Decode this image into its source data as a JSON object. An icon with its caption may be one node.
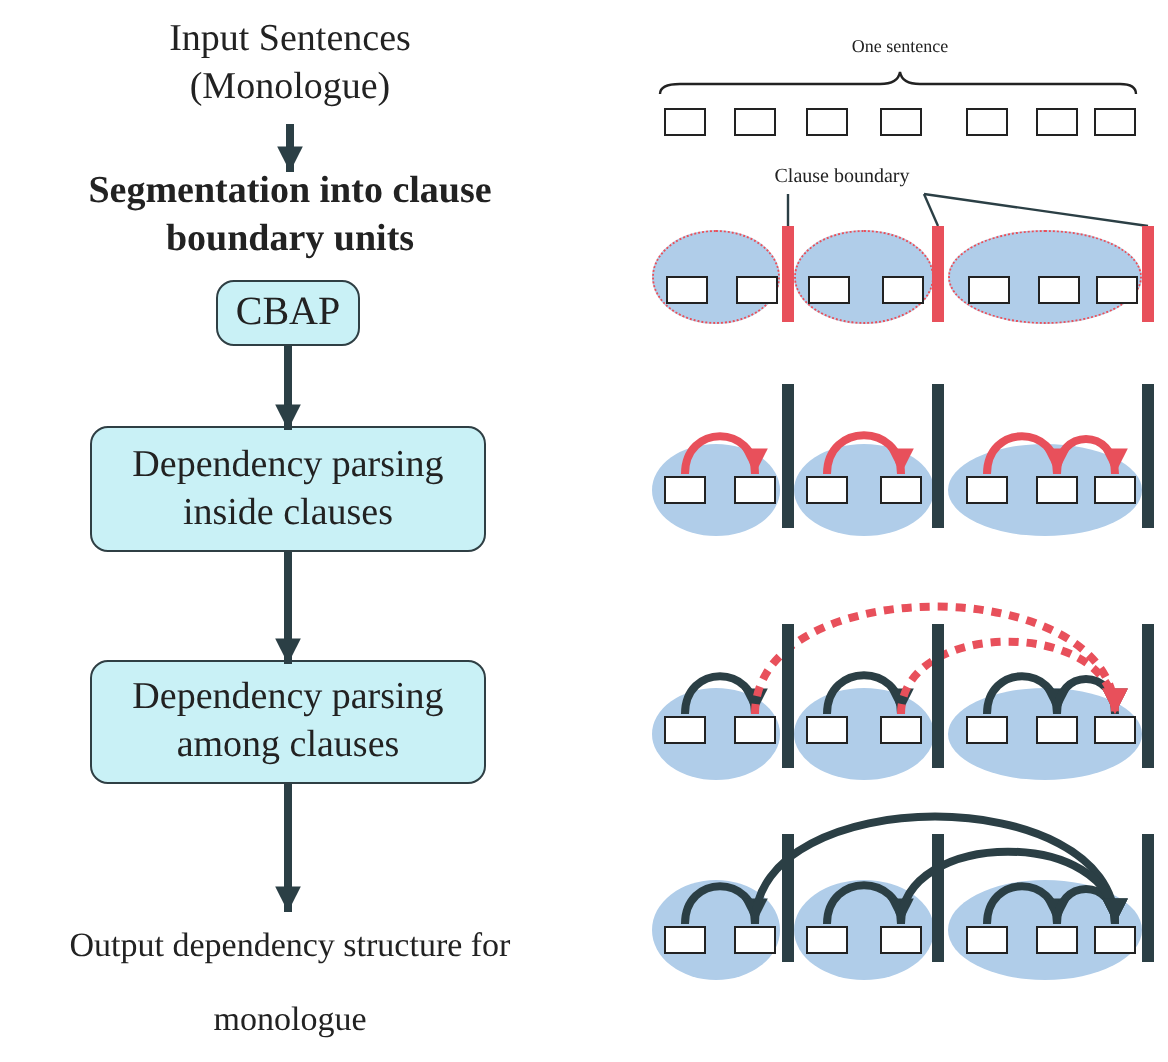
{
  "diagram": {
    "nodes": [
      {
        "text": [
          "Input Sentences (Monologue)"
        ]
      },
      {
        "text": [
          "Segmentation into clause boundary units"
        ]
      },
      {
        "text": [
          "CBAP"
        ]
      },
      {
        "text": [
          "Dependency parsing inside clauses"
        ]
      },
      {
        "text": [
          "Dependency parsing among clauses"
        ]
      },
      {
        "text": [
          "Output dependency structure for monologue"
        ]
      },
      {
        "text": [
          "Clause boundary"
        ]
      },
      {
        "text": [],
        "shape": "box"
      },
      {
        "text": [],
        "shape": "box"
      },
      {
        "text": [],
        "shape": "box"
      },
      {
        "text": [],
        "shape": "box"
      },
      {
        "text": [],
        "shape": "box"
      },
      {
        "text": [],
        "shape": "box"
      },
      {
        "text": [],
        "shape": "box"
      },
      {
        "text": [],
        "shape": "ellipse"
      },
      {
        "text": [],
        "shape": "box",
        "in": 14
      },
      {
        "text": [],
        "shape": "box",
        "in": 14
      },
      {
        "text": [],
        "shape": "bar"
      },
      {
        "text": [],
        "shape": "ellipse"
      },
      {
        "text": [],
        "shape": "box",
        "in": 18
      },
      {
        "text": [],
        "shape": "box",
        "in": 18
      },
      {
        "text": [],
        "shape": "bar"
      },
      {
        "text": [],
        "shape": "ellipse"
      },
      {
        "text": [],
        "shape": "box",
        "in": 22
      },
      {
        "text": [],
        "shape": "box",
        "in": 22
      },
      {
        "text": [],
        "shape": "box",
        "in": 22
      },
      {
        "text": [],
        "shape": "bar"
      },
      {
        "text": [],
        "shape": "ellipse"
      },
      {
        "text": [],
        "shape": "box",
        "in": 27
      },
      {
        "text": [],
        "shape": "box",
        "in": 27
      },
      {
        "text": [],
        "shape": "bar"
      },
      {
        "text": [],
        "shape": "ellipse"
      },
      {
        "text": [],
        "shape": "box",
        "in": 31
      },
      {
        "text": [],
        "shape": "box",
        "in": 31
      },
      {
        "text": [],
        "shape": "bar"
      },
      {
        "text": [],
        "shape": "ellipse"
      },
      {
        "text": [],
        "shape": "box",
        "in": 35
      },
      {
        "text": [],
        "shape": "box",
        "in": 35
      },
      {
        "text": [],
        "shape": "box",
        "in": 35
      },
      {
        "text": [],
        "shape": "bar"
      },
      {
        "text": [],
        "shape": "ellipse"
      },
      {
        "text": [],
        "shape": "box",
        "in": 40
      },
      {
        "text": [],
        "shape": "box",
        "in": 40
      },
      {
        "text": [],
        "shape": "bar"
      },
      {
        "text": [],
        "shape": "ellipse"
      },
      {
        "text": [],
        "shape": "box",
        "in": 44
      },
      {
        "text": [],
        "shape": "box",
        "in": 44
      },
      {
        "text": [],
        "shape": "bar"
      },
      {
        "text": [],
        "shape": "ellipse"
      },
      {
        "text": [],
        "shape": "box",
        "in": 48
      },
      {
        "text": [],
        "shape": "box",
        "in": 48
      },
      {
        "text": [],
        "shape": "box",
        "in": 48
      },
      {
        "text": [],
        "shape": "bar"
      },
      {
        "text": [],
        "shape": "ellipse"
      },
      {
        "text": [],
        "shape": "box",
        "in": 53
      },
      {
        "text": [],
        "shape": "box",
        "in": 53
      },
      {
        "text": [],
        "shape": "bar"
      },
      {
        "text": [],
        "shape": "ellipse"
      },
      {
        "text": [],
        "shape": "box",
        "in": 57
      },
      {
        "text": [],
        "shape": "box",
        "in": 57
      },
      {
        "text": [],
        "shape": "bar"
      },
      {
        "text": [],
        "shape": "ellipse"
      },
      {
        "text": [],
        "shape": "box",
        "in": 61
      },
      {
        "text": [],
        "shape": "box",
        "in": 61
      },
      {
        "text": [],
        "shape": "box",
        "in": 61
      },
      {
        "text": [],
        "shape": "bar"
      }
    ],
    "edges": [
      {
        "from": 0,
        "to": 1,
        "arrow": "to"
      },
      {
        "from": 2,
        "to": 3,
        "arrow": "to"
      },
      {
        "from": 3,
        "to": 4,
        "arrow": "to"
      },
      {
        "from": 4,
        "to": 5,
        "arrow": "to"
      },
      {
        "from": 6,
        "to": 17,
        "arrow": "none"
      },
      {
        "from": 6,
        "to": 21,
        "arrow": "none"
      },
      {
        "from": 6,
        "to": 26,
        "arrow": "none"
      },
      {
        "from": 28,
        "to": 29,
        "arrow": "to",
        "color": "#e8505b"
      },
      {
        "from": 32,
        "to": 33,
        "arrow": "to",
        "color": "#e8505b"
      },
      {
        "from": 36,
        "to": 37,
        "arrow": "to",
        "color": "#e8505b"
      },
      {
        "from": 37,
        "to": 38,
        "arrow": "to",
        "color": "#e8505b"
      },
      {
        "from": 41,
        "to": 42,
        "arrow": "to"
      },
      {
        "from": 45,
        "to": 46,
        "arrow": "to"
      },
      {
        "from": 49,
        "to": 50,
        "arrow": "to"
      },
      {
        "from": 50,
        "to": 51,
        "arrow": "to"
      },
      {
        "from": 42,
        "to": 51,
        "arrow": "to",
        "style": "dashed",
        "color": "#e8505b"
      },
      {
        "from": 46,
        "to": 51,
        "arrow": "to",
        "style": "dashed",
        "color": "#e8505b"
      },
      {
        "from": 54,
        "to": 55,
        "arrow": "to"
      },
      {
        "from": 58,
        "to": 59,
        "arrow": "to"
      },
      {
        "from": 62,
        "to": 63,
        "arrow": "to"
      },
      {
        "from": 63,
        "to": 64,
        "arrow": "to"
      },
      {
        "from": 55,
        "to": 64,
        "arrow": "to"
      },
      {
        "from": 59,
        "to": 64,
        "arrow": "to"
      }
    ],
    "labels": [
      "One sentence"
    ]
  }
}
